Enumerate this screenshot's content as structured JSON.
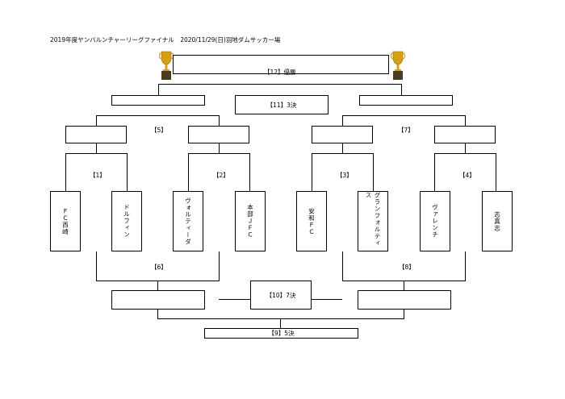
{
  "header": {
    "title": "2019年度ヤンバルンチャーリーグファイナル　2020/11/29(日)羽地ダムサッカー場"
  },
  "matches": {
    "final": "【12】優勝",
    "third_place": "【11】3決",
    "m1": "【1】",
    "m2": "【2】",
    "m3": "【3】",
    "m4": "【4】",
    "m5": "【5】",
    "m6": "【6】",
    "m7": "【7】",
    "m8": "【8】",
    "seventh_place": "【10】7決",
    "fifth_place": "【9】5決"
  },
  "teams": [
    "ＦＣ西崎",
    "ドルフィン",
    "ヴォルティーダ",
    "本部ＪＦＣ",
    "安和ＦＣ",
    "グランフォルティス",
    "ヴァレンチ",
    "志真志"
  ],
  "icons": {
    "trophy": "trophy-icon"
  },
  "colors": {
    "trophy_gold": "#d4a017",
    "trophy_base": "#4a3a22"
  }
}
